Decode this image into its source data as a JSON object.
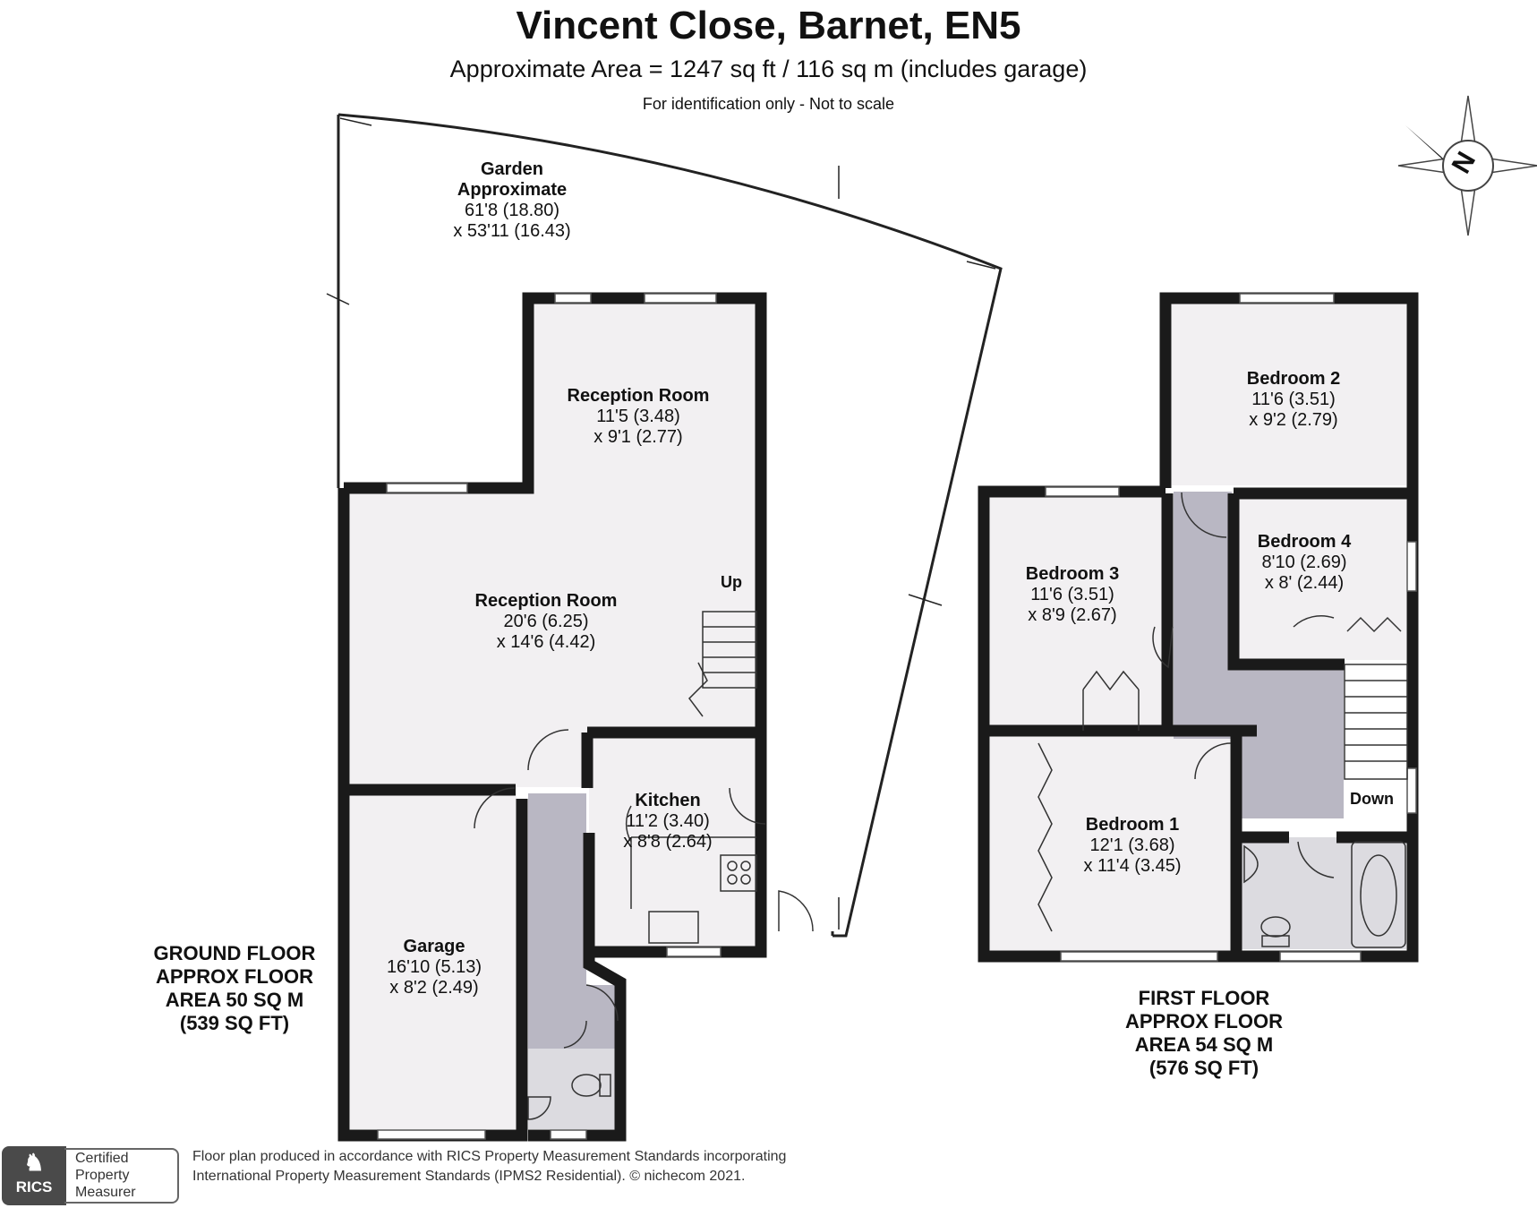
{
  "header": {
    "title": "Vincent Close, Barnet, EN5",
    "area": "Approximate Area = 1247 sq ft / 116 sq m (includes garage)",
    "note": "For identification only - Not to scale"
  },
  "compass": {
    "letter": "N",
    "icon": "compass-north-icon"
  },
  "garden": {
    "name": "Garden",
    "qualifier": "Approximate",
    "dim1": "61'8 (18.80)",
    "dim2": "x 53'11 (16.43)"
  },
  "ground_floor": {
    "rooms": [
      {
        "name": "Reception Room",
        "dim1": "11'5 (3.48)",
        "dim2": "x 9'1 (2.77)"
      },
      {
        "name": "Reception Room",
        "dim1": "20'6 (6.25)",
        "dim2": "x 14'6 (4.42)"
      },
      {
        "name": "Kitchen",
        "dim1": "11'2 (3.40)",
        "dim2": "x 8'8 (2.64)"
      },
      {
        "name": "Garage",
        "dim1": "16'10 (5.13)",
        "dim2": "x 8'2 (2.49)"
      }
    ],
    "stairs_label": "Up",
    "label": [
      "GROUND FLOOR",
      "APPROX FLOOR",
      "AREA 50 SQ M",
      "(539 SQ FT)"
    ]
  },
  "first_floor": {
    "rooms": [
      {
        "name": "Bedroom 2",
        "dim1": "11'6 (3.51)",
        "dim2": "x 9'2 (2.79)"
      },
      {
        "name": "Bedroom 3",
        "dim1": "11'6 (3.51)",
        "dim2": "x 8'9 (2.67)"
      },
      {
        "name": "Bedroom 4",
        "dim1": "8'10 (2.69)",
        "dim2": "x 8' (2.44)"
      },
      {
        "name": "Bedroom 1",
        "dim1": "12'1 (3.68)",
        "dim2": "x 11'4 (3.45)"
      }
    ],
    "stairs_label": "Down",
    "label": [
      "FIRST FLOOR",
      "APPROX FLOOR",
      "AREA 54 SQ M",
      "(576 SQ FT)"
    ]
  },
  "footer": {
    "line1": "Floor plan produced in accordance with RICS Property Measurement Standards incorporating",
    "line2": "International Property Measurement Standards (IPMS2 Residential).  © nichecom 2021.",
    "rics": "RICS",
    "cert": [
      "Certified",
      "Property",
      "Measurer"
    ]
  },
  "colors": {
    "wall": "#1a1a1a",
    "room": "#f2f0f2",
    "hall": "#b9b7c3",
    "bath": "#dcdbe0"
  }
}
